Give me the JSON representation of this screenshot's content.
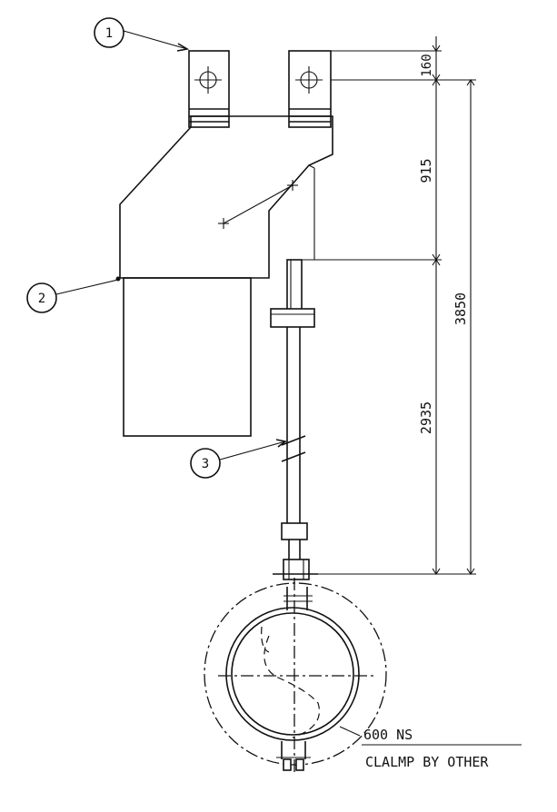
{
  "balloons": [
    {
      "number": "1"
    },
    {
      "number": "2"
    },
    {
      "number": "3"
    }
  ],
  "dimensions": {
    "top_offset": "160",
    "upper_length": "915",
    "overall_length": "3850",
    "rod_length": "2935"
  },
  "notes": {
    "pipe_size": "600 NS",
    "clamp_note": "CLALMP BY OTHER"
  }
}
